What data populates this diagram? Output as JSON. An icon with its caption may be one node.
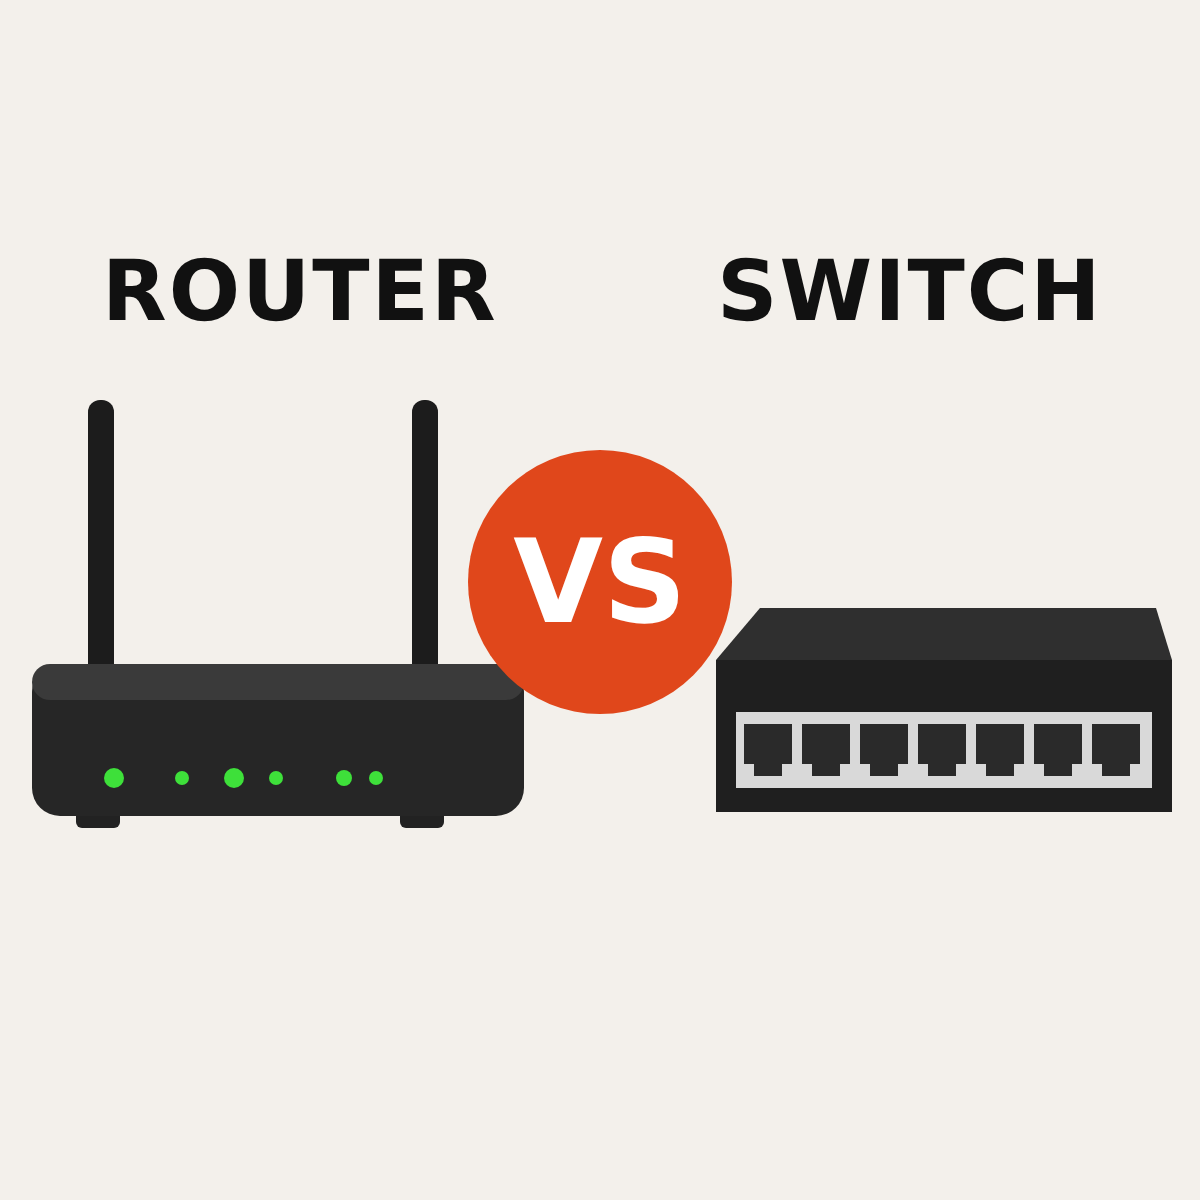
{
  "diagram": {
    "nodes": [
      {
        "text": [
          "VS"
        ]
      }
    ],
    "labels": [
      "ROUTER",
      "SWITCH"
    ]
  }
}
